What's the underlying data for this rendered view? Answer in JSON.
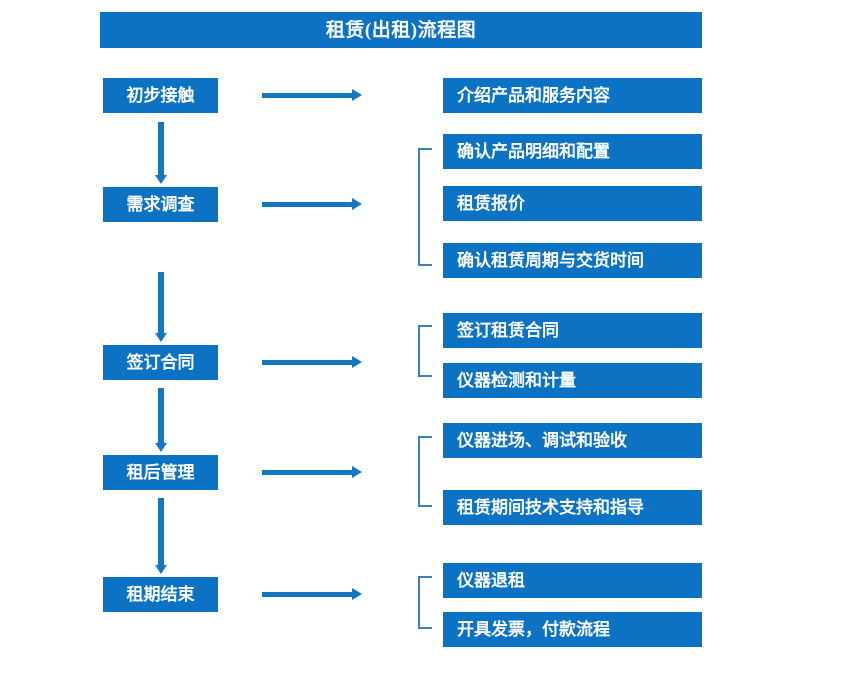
{
  "diagram": {
    "title": "租赁(出租)流程图",
    "colors": {
      "box_blue": "#0b72c4",
      "arrow_blue": "#1577c0",
      "bracket_blue": "#3e7fb8",
      "text_white": "#ffffff",
      "background": "#ffffff"
    },
    "stages": [
      {
        "label": "初步接触"
      },
      {
        "label": "需求调查"
      },
      {
        "label": "签订合同"
      },
      {
        "label": "租后管理"
      },
      {
        "label": "租期结束"
      }
    ],
    "details": [
      {
        "label": "介绍产品和服务内容"
      },
      {
        "label": "确认产品明细和配置"
      },
      {
        "label": "租赁报价"
      },
      {
        "label": "确认租赁周期与交货时间"
      },
      {
        "label": "签订租赁合同"
      },
      {
        "label": "仪器检测和计量"
      },
      {
        "label": "仪器进场、调试和验收"
      },
      {
        "label": "租赁期间技术支持和指导"
      },
      {
        "label": "仪器退租"
      },
      {
        "label": "开具发票，付款流程"
      }
    ]
  }
}
